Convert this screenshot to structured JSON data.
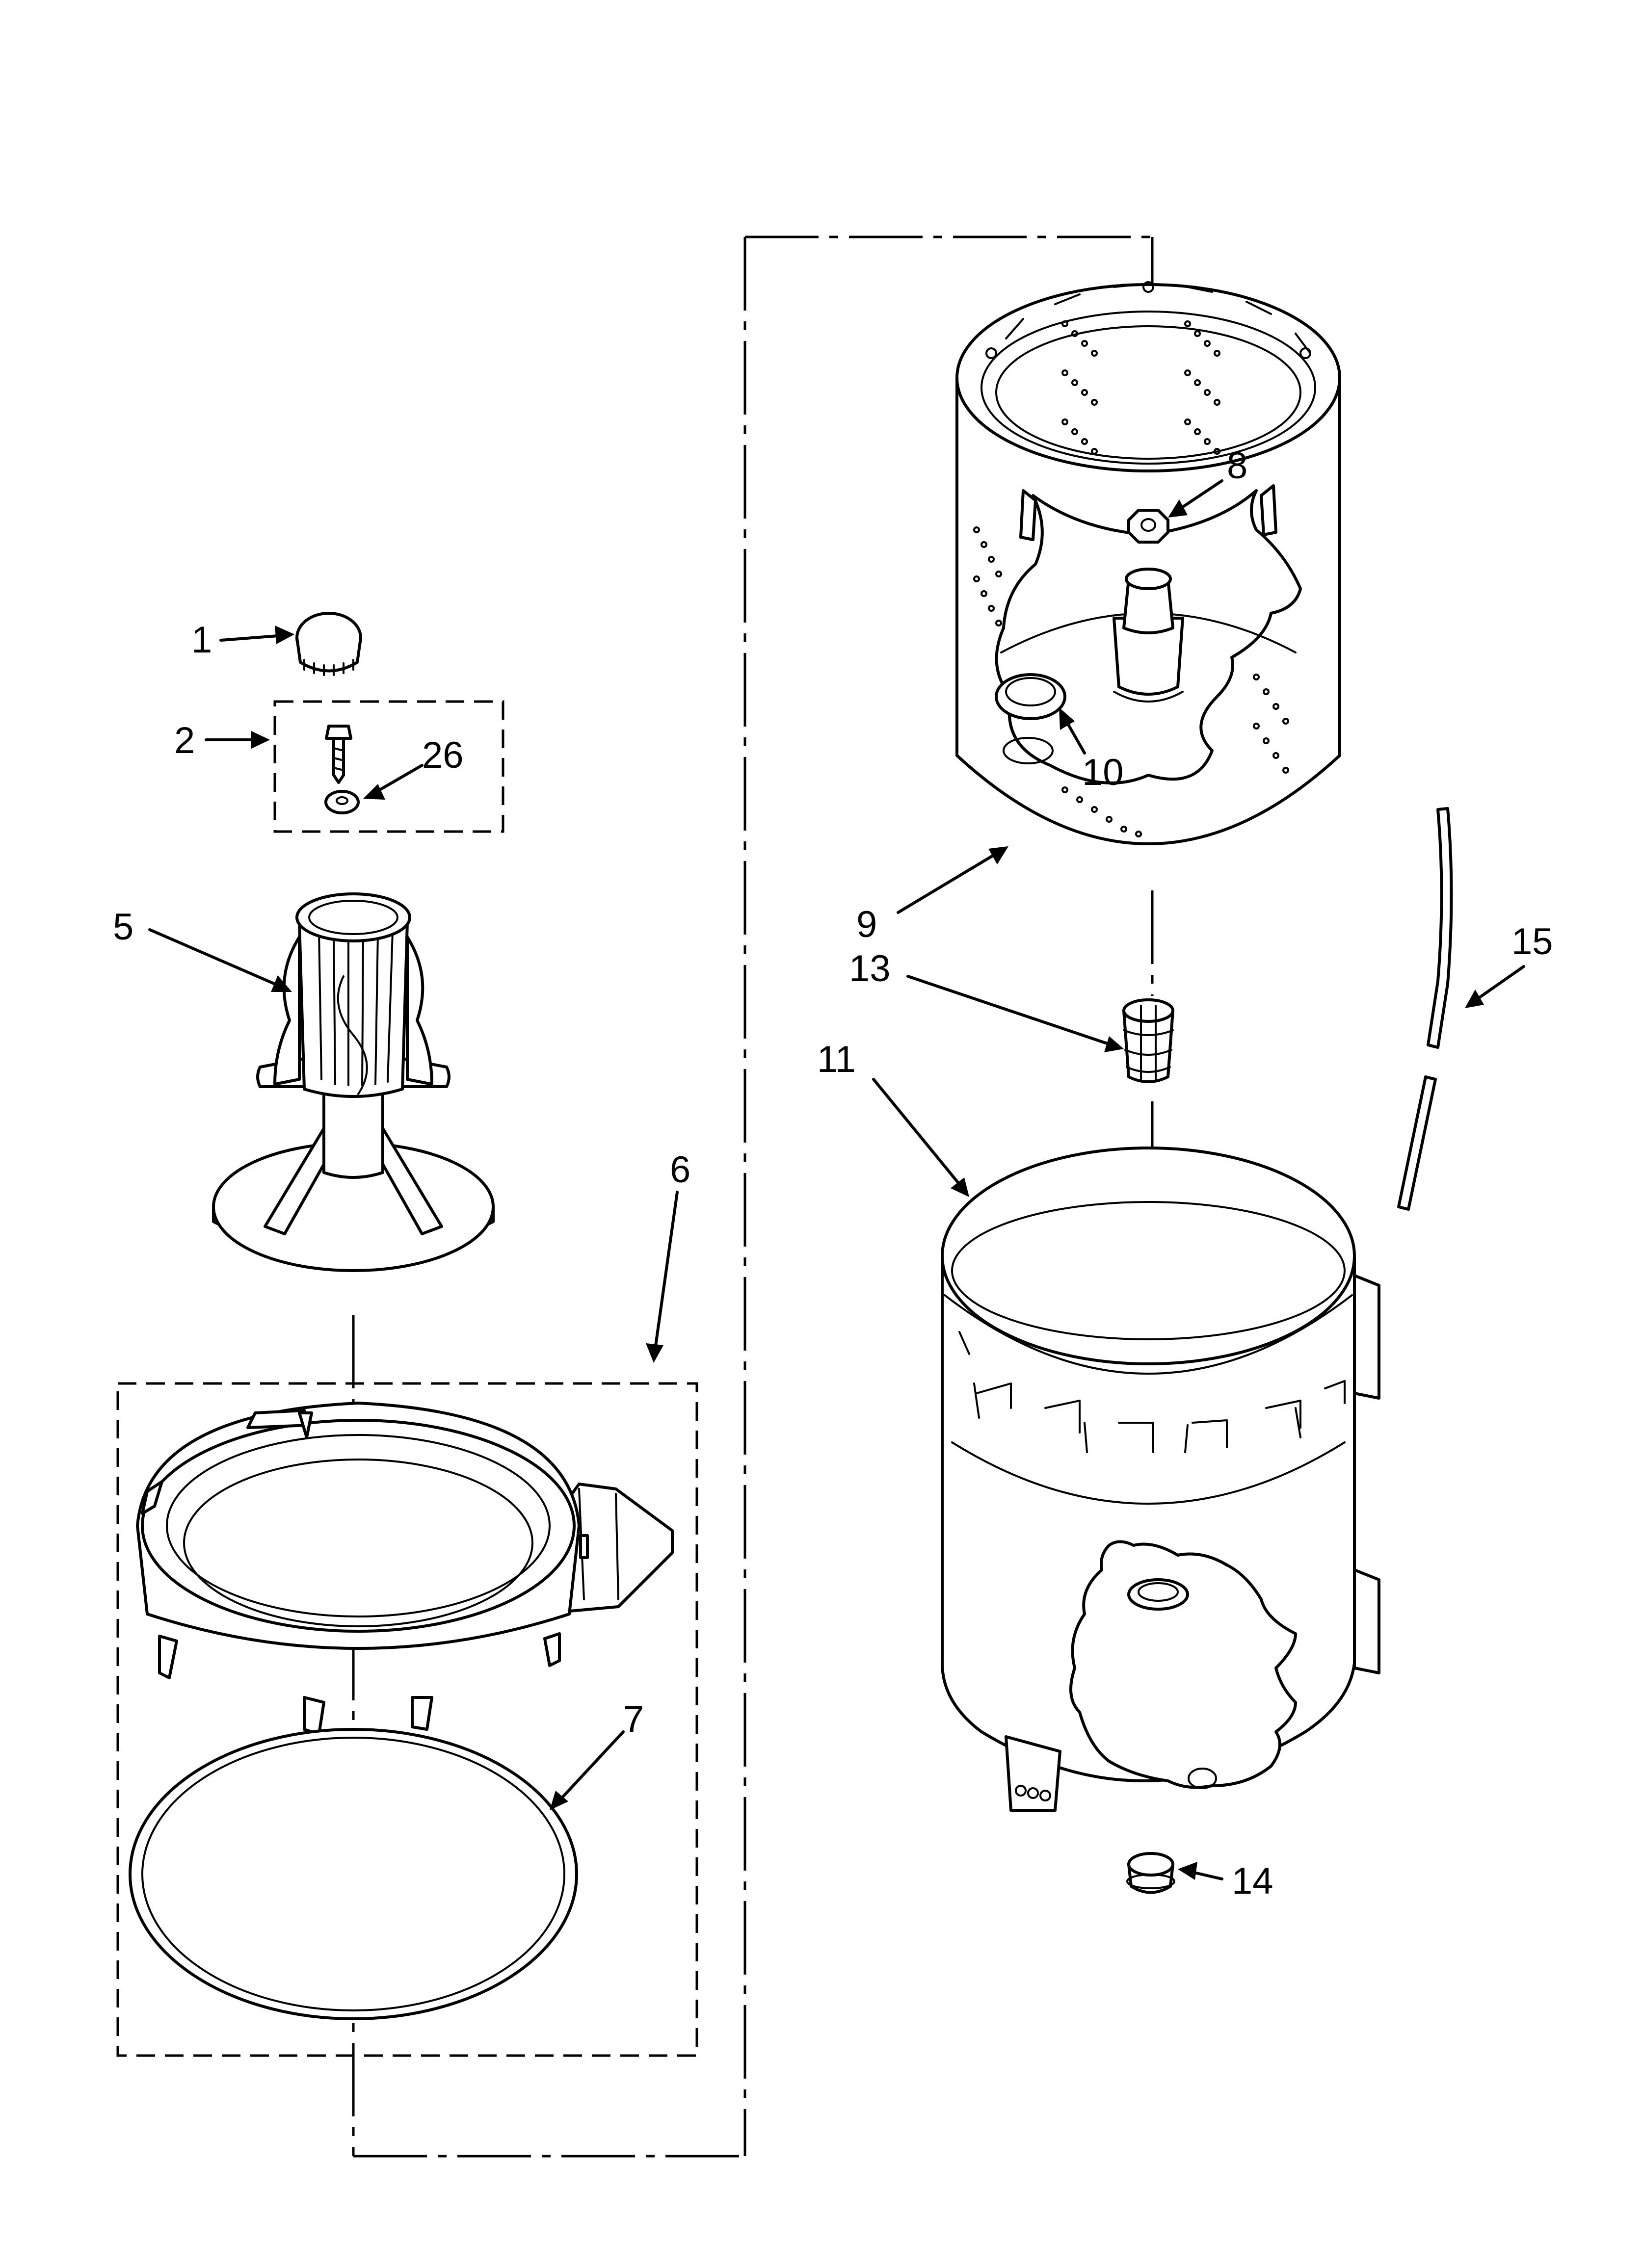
{
  "callouts": [
    {
      "id": "1",
      "label": "1"
    },
    {
      "id": "2",
      "label": "2"
    },
    {
      "id": "26",
      "label": "26"
    },
    {
      "id": "5",
      "label": "5"
    },
    {
      "id": "6",
      "label": "6"
    },
    {
      "id": "7",
      "label": "7"
    },
    {
      "id": "8",
      "label": "8"
    },
    {
      "id": "9",
      "label": "9"
    },
    {
      "id": "10",
      "label": "10"
    },
    {
      "id": "11",
      "label": "11"
    },
    {
      "id": "13",
      "label": "13"
    },
    {
      "id": "14",
      "label": "14"
    },
    {
      "id": "15",
      "label": "15"
    }
  ]
}
